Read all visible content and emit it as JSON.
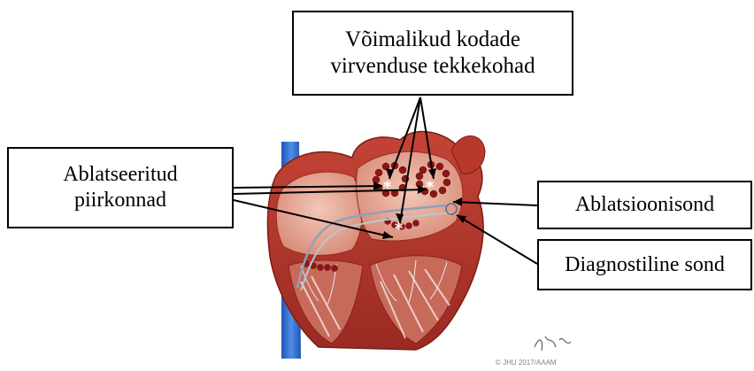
{
  "labels": {
    "possible_af_sites_line1": "Võimalikud kodade",
    "possible_af_sites_line2": "virvenduse tekkekohad",
    "ablated_areas_line1": "Ablatseeritud",
    "ablated_areas_line2": "piirkonnad",
    "ablation_probe": "Ablatsioonisond",
    "diagnostic_probe": "Diagnostiline sond"
  },
  "illustration": {
    "subject": "heart",
    "signature_text": "Phelps",
    "credit": "© JHU 2017/AAAM",
    "markers": [
      "*",
      "*",
      "*"
    ]
  },
  "colors": {
    "muscle": "#b5362e",
    "muscle_light": "#d9806f",
    "chamber_inner": "#e8b0a0",
    "vessel_blue": "#2f6fd0",
    "ablation_dots": "#8c1616",
    "line": "#000000"
  }
}
